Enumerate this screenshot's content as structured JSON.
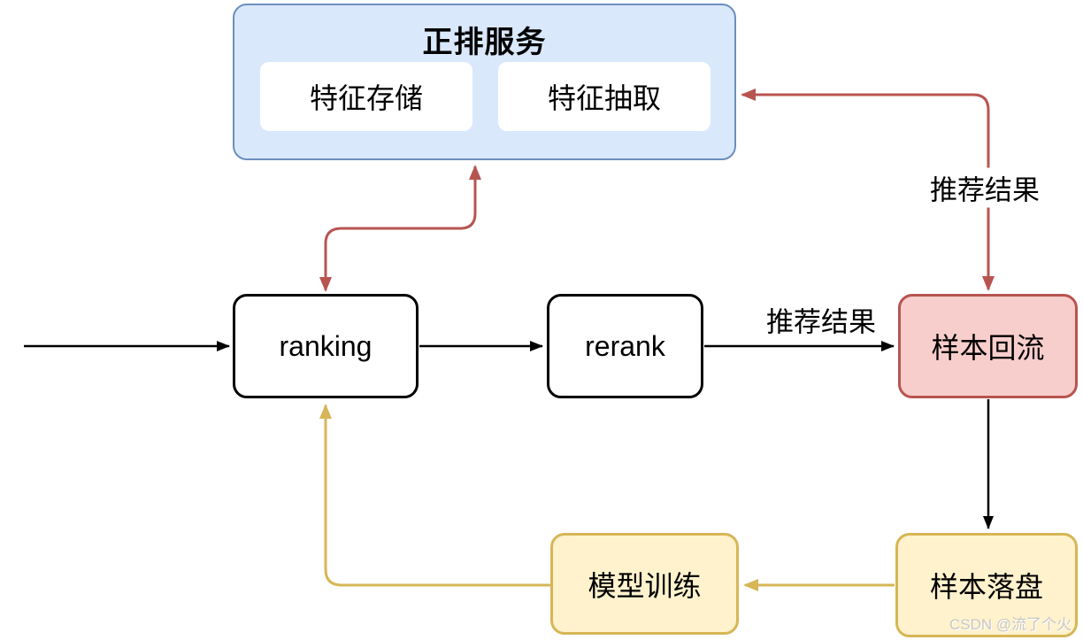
{
  "forward_service": {
    "title": "正排服务",
    "modules": [
      {
        "label": "特征存储"
      },
      {
        "label": "特征抽取"
      }
    ]
  },
  "nodes": {
    "ranking": {
      "label": "ranking"
    },
    "rerank": {
      "label": "rerank"
    },
    "sample_backflow": {
      "label": "样本回流"
    },
    "sample_disk": {
      "label": "样本落盘"
    },
    "model_training": {
      "label": "模型训练"
    }
  },
  "edge_labels": {
    "rerank_to_backflow": "推荐结果",
    "backflow_to_forward": "推荐结果"
  },
  "watermark": "CSDN @流了个火",
  "colors": {
    "blue_fill": "#dae8fc",
    "blue_stroke": "#6c8ebf",
    "pink_fill": "#f8cecc",
    "red_stroke": "#b85450",
    "yellow_fill": "#fff2cc",
    "yellow_stroke": "#d6b656",
    "black": "#000000"
  }
}
